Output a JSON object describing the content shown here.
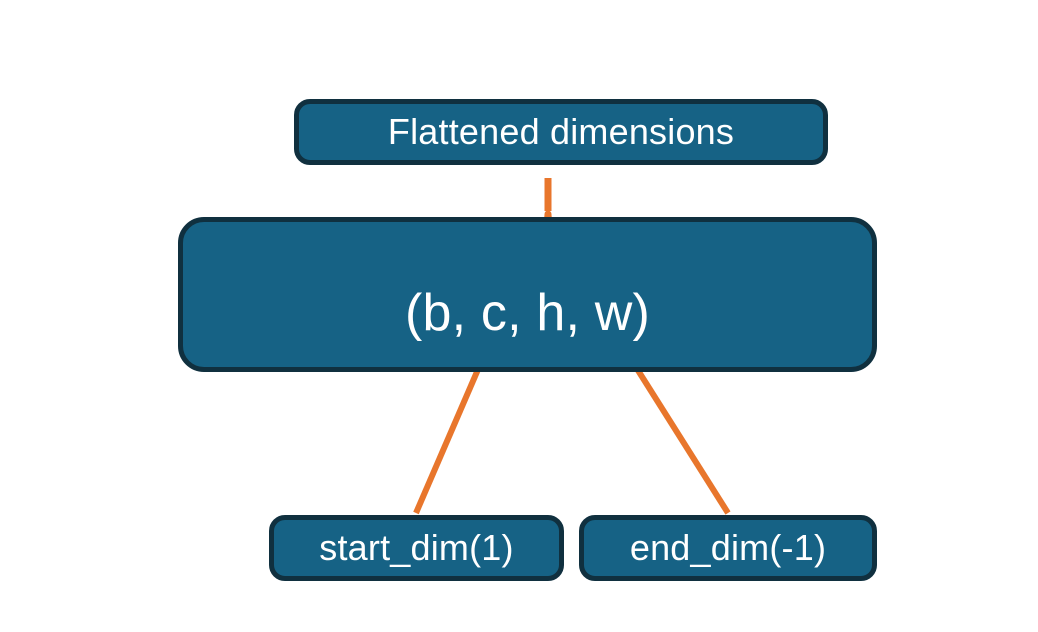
{
  "diagram": {
    "title_box": {
      "label": "Flattened dimensions"
    },
    "shape_box": {
      "label": "(b, c, h, w)"
    },
    "start_dim_box": {
      "label": "start_dim(1)"
    },
    "end_dim_box": {
      "label": "end_dim(-1)"
    },
    "colors": {
      "box_fill": "#166285",
      "box_border": "#10303f",
      "box_text": "#ffffff",
      "connector": "#e8762c",
      "background": "#ffffff"
    },
    "connectors": [
      {
        "name": "curly-brace-to-flattened",
        "from": "shape_box:c,h,w",
        "to": "title_box",
        "style": "curly-brace-with-stem"
      },
      {
        "name": "arrow-start-dim-to-c",
        "from": "start_dim_box",
        "to": "shape_box:c",
        "style": "arrow"
      },
      {
        "name": "arrow-end-dim-to-w",
        "from": "end_dim_box",
        "to": "shape_box:w",
        "style": "arrow"
      }
    ]
  }
}
